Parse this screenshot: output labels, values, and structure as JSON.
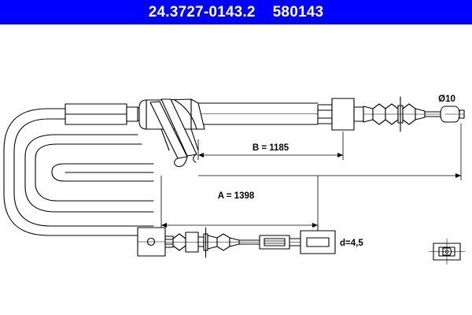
{
  "header": {
    "part_number": "24.3727-0143.2",
    "reference_number": "580143",
    "background_color": "#0000ff",
    "text_color": "#ffffff"
  },
  "drawing": {
    "title": "Brake cable technical drawing",
    "line_color": "#000000",
    "background_color": "#ffffff",
    "labels": {
      "diameter_end": "Ø10",
      "dimension_b": "B = 1185",
      "dimension_a": "A = 1398",
      "diameter_d": "d=4,5"
    },
    "components": [
      {
        "name": "cable-loop",
        "description": "U-shaped cable bend at left"
      },
      {
        "name": "sleeve-upper",
        "description": "cylindrical sleeve on upper run"
      },
      {
        "name": "trumpet-bracket",
        "description": "funnel shaped mounting bracket"
      },
      {
        "name": "upper-boot-assembly",
        "description": "bellows boot and flange on upper cable"
      },
      {
        "name": "barrel-nipple",
        "description": "Ø10 barrel end nipple"
      },
      {
        "name": "lower-bracket",
        "description": "rectangular bracket with hole"
      },
      {
        "name": "lower-boot-assembly",
        "description": "bellows boot and flange on lower cable"
      },
      {
        "name": "threaded-adjuster",
        "description": "knurled threaded adjuster"
      },
      {
        "name": "clevis-end",
        "description": "clevis fork end fitting"
      },
      {
        "name": "detail-symbol",
        "description": "end fitting detail symbol at bottom right"
      }
    ]
  }
}
